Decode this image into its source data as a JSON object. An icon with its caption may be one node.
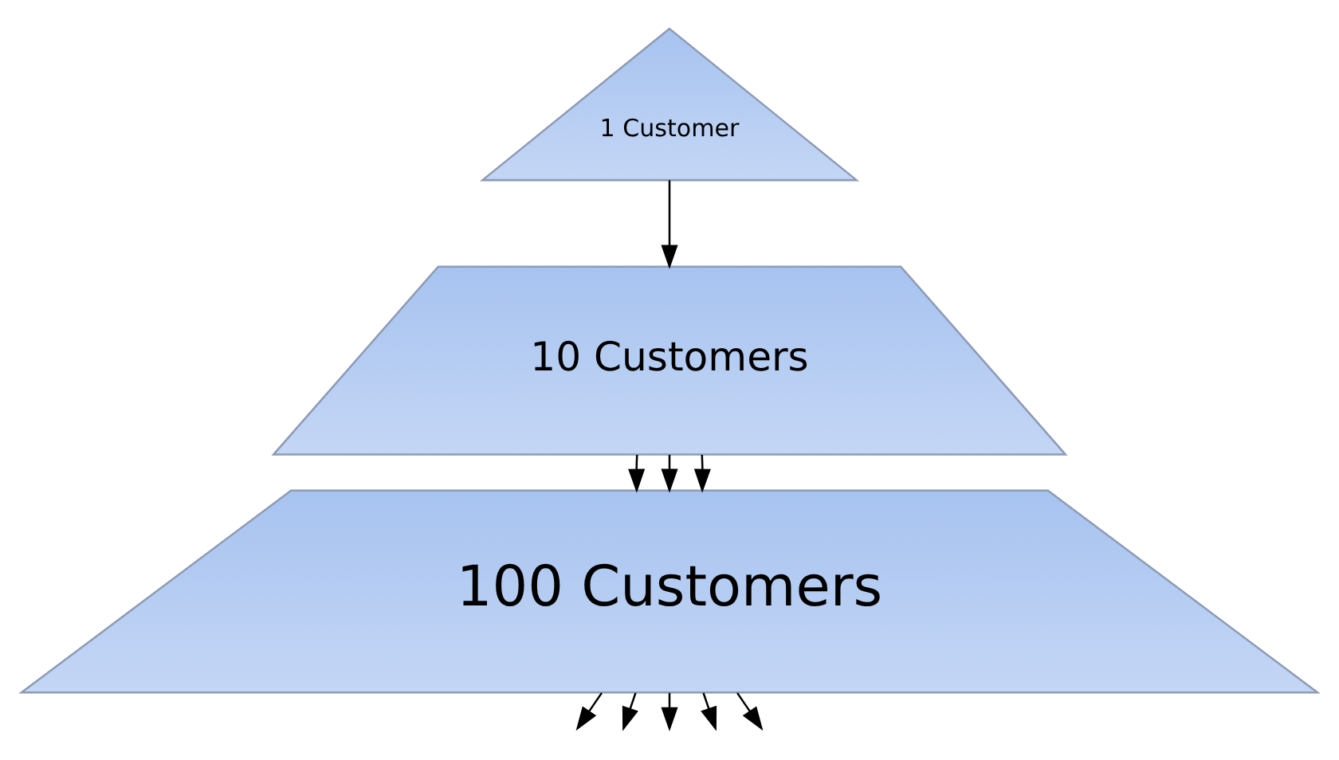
{
  "diagram": {
    "nodes": [
      {
        "text": [
          "1 Customer"
        ]
      },
      {
        "text": [
          "10 Customers"
        ]
      },
      {
        "text": [
          "100 Customers"
        ]
      }
    ],
    "edges": [
      {
        "from": 0,
        "to": 1,
        "arrow": "to"
      },
      {
        "from": 1,
        "to": 2,
        "arrow": "to"
      },
      {
        "from": 1,
        "to": 2,
        "arrow": "to"
      },
      {
        "from": 1,
        "to": 2,
        "arrow": "to"
      },
      {
        "from": 2,
        "to": null,
        "arrow": "to"
      },
      {
        "from": 2,
        "to": null,
        "arrow": "to"
      },
      {
        "from": 2,
        "to": null,
        "arrow": "to"
      },
      {
        "from": 2,
        "to": null,
        "arrow": "to"
      },
      {
        "from": 2,
        "to": null,
        "arrow": "to"
      }
    ]
  }
}
